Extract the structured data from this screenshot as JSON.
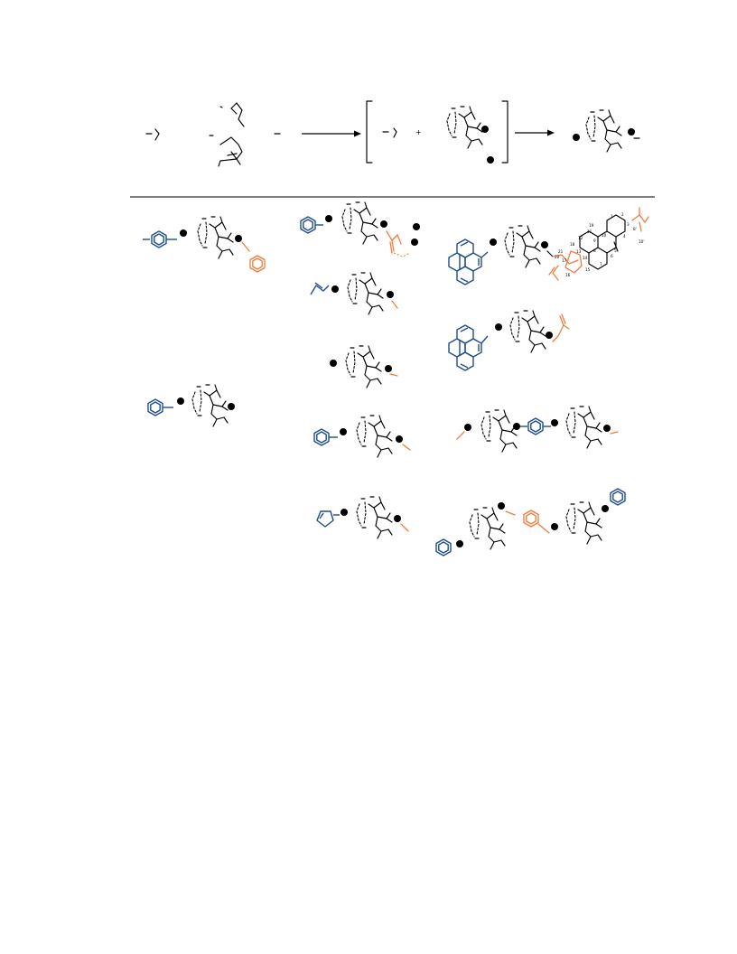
{
  "colors": {
    "anion_fragment": "#1f4e8c",
    "cation_substituent": "#f07c3c",
    "core": "#000000"
  },
  "reaction": {
    "plus_sign": "+"
  },
  "steroid_locants": [
    "1",
    "2",
    "3",
    "4",
    "5",
    "6",
    "7",
    "8",
    "9",
    "10",
    "11",
    "12",
    "13",
    "14",
    "15",
    "16",
    "17",
    "18",
    "19",
    "20",
    "21",
    "8'",
    "10'"
  ]
}
